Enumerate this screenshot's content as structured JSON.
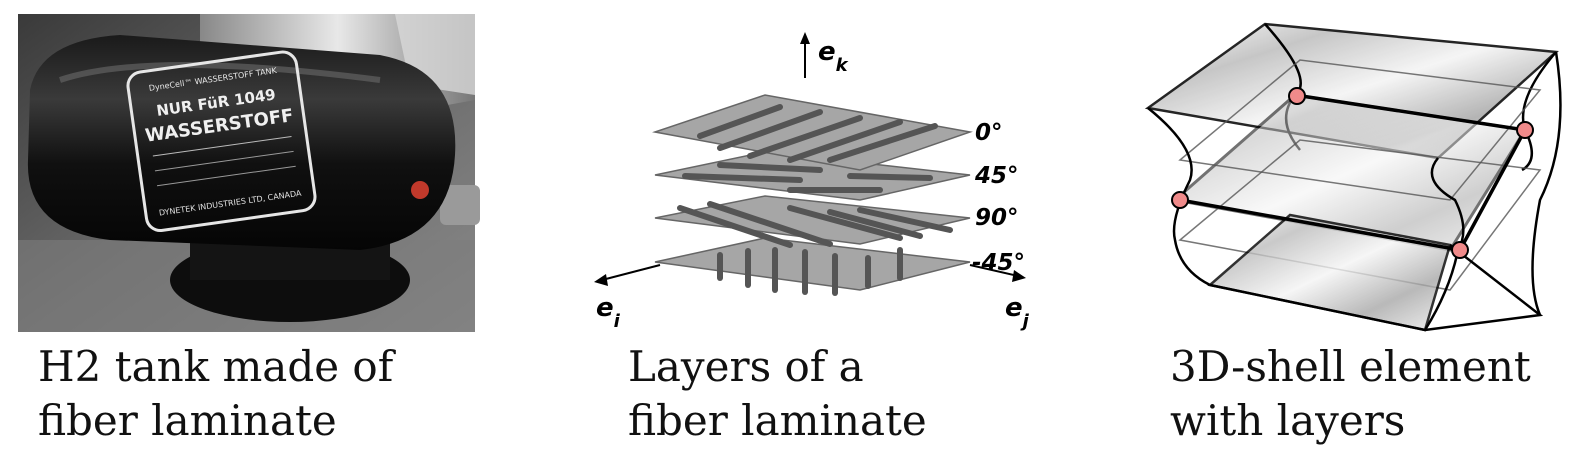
{
  "panels": [
    {
      "caption_line1": "H2 tank made of",
      "caption_line2": "fiber laminate",
      "tank_label": {
        "brand": "DyneCell™ WASSERSTOFF TANK",
        "line1": "NUR FüR 1049",
        "line2": "WASSERSTOFF",
        "maker": "DYNETEK INDUSTRIES LTD, CANADA"
      }
    },
    {
      "caption_line1": "Layers of a",
      "caption_line2": "fiber laminate",
      "axes": {
        "k": "k",
        "i": "i",
        "j": "j",
        "base": "e"
      },
      "layers": [
        {
          "angle_label": "0°"
        },
        {
          "angle_label": "45°"
        },
        {
          "angle_label": "90°"
        },
        {
          "angle_label": "-45°"
        }
      ]
    },
    {
      "caption_line1": "3D-shell element",
      "caption_line2": "with layers",
      "node_color": "#f08a8a"
    }
  ]
}
